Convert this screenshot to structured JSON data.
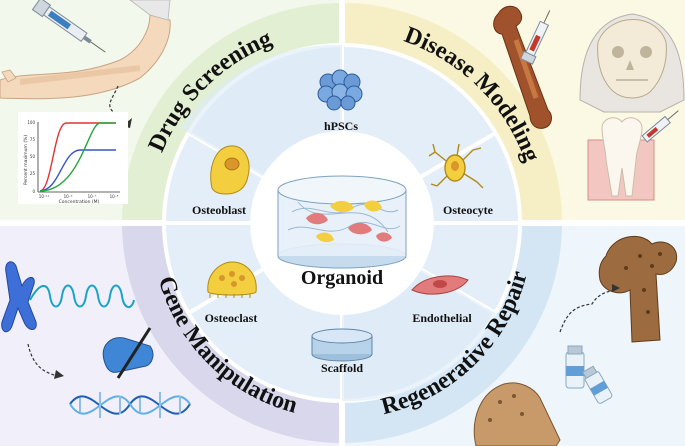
{
  "quadrants": {
    "top_left": {
      "title": "Drug Screening",
      "bg": "#f2f8ec",
      "band": "#e2efd2"
    },
    "top_right": {
      "title": "Disease Modeling",
      "bg": "#fbf8e4",
      "band": "#f6efc6"
    },
    "bottom_left": {
      "title": "Gene Manipulation",
      "bg": "#f1f0fa",
      "band": "#d8d7ec"
    },
    "bottom_right": {
      "title": "Regenerative Repair",
      "bg": "#eef5fb",
      "band": "#d4e6f4"
    }
  },
  "center": {
    "label": "Organoid"
  },
  "cells": {
    "hpscs": "hPSCs",
    "osteoblast": "Osteoblast",
    "osteocyte": "Osteocyte",
    "osteoclast": "Osteoclast",
    "endothelial": "Endothelial",
    "scaffold": "Scaffold"
  },
  "mini_chart": {
    "ylabel": "Percent maximum (%)",
    "xlabel": "Concentration (M)",
    "y_ticks": [
      "100",
      "75",
      "50",
      "25",
      "0"
    ],
    "x_ticks": [
      "10⁻¹¹",
      "10⁻⁹",
      "10⁻⁷",
      "10⁻⁵"
    ]
  },
  "icons": [
    "syringe-arm-icon",
    "hpscs-cluster-icon",
    "osteoblast-icon",
    "osteocyte-icon",
    "osteoclast-icon",
    "endothelial-cell-icon",
    "scaffold-icon",
    "organoid-dish-icon",
    "femur-syringe-icon",
    "skull-icon",
    "tooth-icon",
    "chromosome-icon",
    "dna-helix-icon",
    "hand-pen-icon",
    "femur-icon",
    "vial-icon"
  ],
  "colors": {
    "ring_inner": "#e3eef8",
    "center_fill": "#ffffff",
    "cell_yellow": "#f3cf3f",
    "cell_red": "#e27b7b"
  }
}
